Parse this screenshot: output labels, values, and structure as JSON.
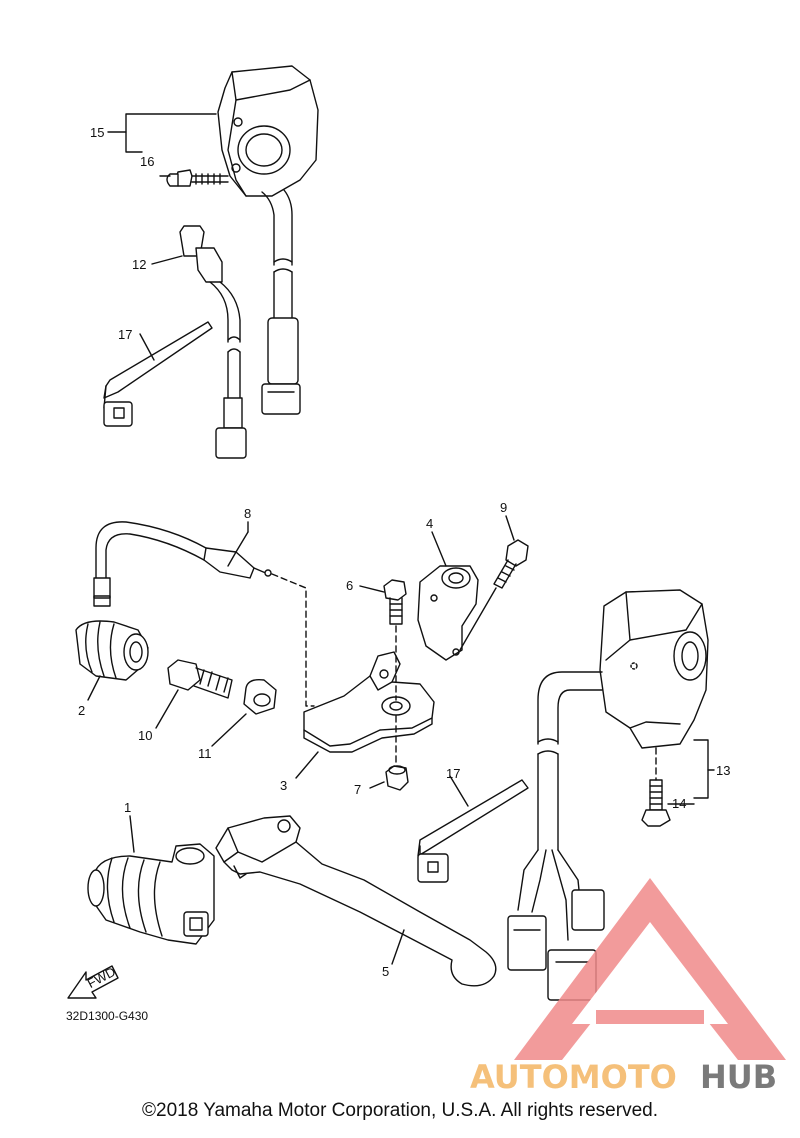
{
  "parts": [
    {
      "id": "1",
      "label": "1"
    },
    {
      "id": "2",
      "label": "2"
    },
    {
      "id": "3",
      "label": "3"
    },
    {
      "id": "4",
      "label": "4"
    },
    {
      "id": "5",
      "label": "5"
    },
    {
      "id": "6",
      "label": "6"
    },
    {
      "id": "7",
      "label": "7"
    },
    {
      "id": "8",
      "label": "8"
    },
    {
      "id": "9",
      "label": "9"
    },
    {
      "id": "10",
      "label": "10"
    },
    {
      "id": "11",
      "label": "11"
    },
    {
      "id": "12",
      "label": "12"
    },
    {
      "id": "13",
      "label": "13"
    },
    {
      "id": "14",
      "label": "14"
    },
    {
      "id": "15",
      "label": "15"
    },
    {
      "id": "16",
      "label": "16"
    },
    {
      "id": "17a",
      "label": "17"
    },
    {
      "id": "17b",
      "label": "17"
    }
  ],
  "fwd_label": "FWD",
  "drawing_code": "32D1300-G430",
  "watermark": {
    "text_part1": "AUTOMOTO",
    "text_part2": "HUB",
    "color_accent": "#f08a8a",
    "color_text1": "#f5c07a",
    "color_text2": "#7a7a7a"
  },
  "copyright": "©2018 Yamaha Motor Corporation, U.S.A. All rights reserved."
}
